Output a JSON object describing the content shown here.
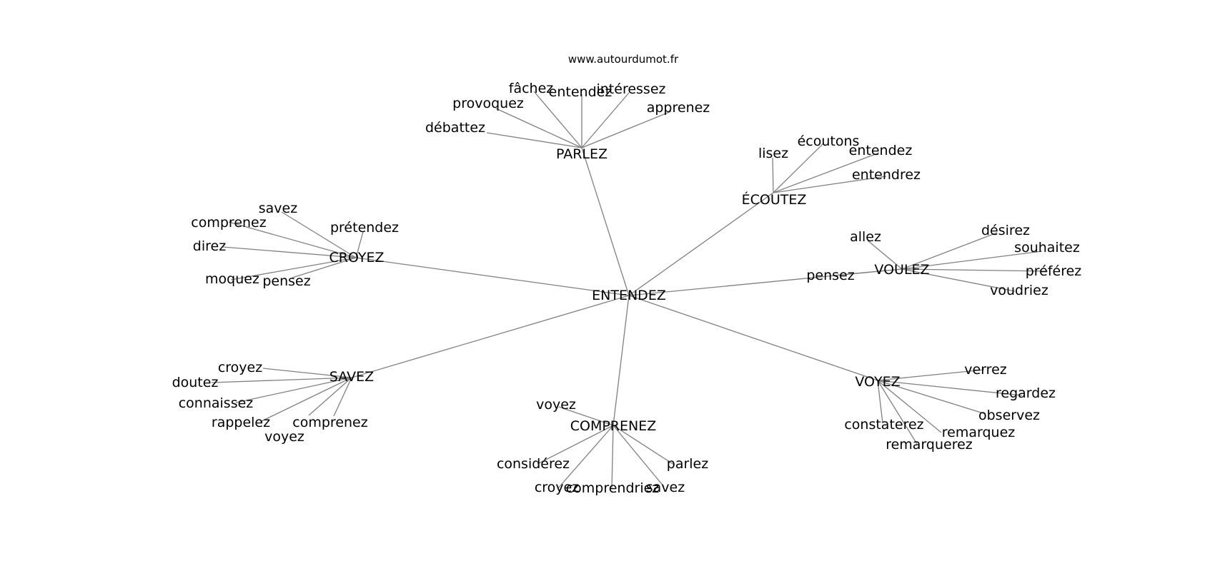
{
  "site": "www.autourdumot.fr",
  "colors": {
    "edge": "#808080",
    "text": "#000000",
    "background": "#ffffff"
  },
  "graph": {
    "center": "ENTENDEZ",
    "hubs": [
      {
        "id": "parlez",
        "label": "PARLEZ",
        "words": [
          "débattez",
          "provoquez",
          "fâchez",
          "entendez",
          "intéressez",
          "apprenez"
        ]
      },
      {
        "id": "ecoutez",
        "label": "ÉCOUTEZ",
        "words": [
          "lisez",
          "écoutons",
          "entendez",
          "entendrez"
        ]
      },
      {
        "id": "croyez",
        "label": "CROYEZ",
        "words": [
          "savez",
          "comprenez",
          "prétendez",
          "direz",
          "moquez",
          "pensez"
        ]
      },
      {
        "id": "voulez",
        "label": "VOULEZ",
        "words": [
          "allez",
          "désirez",
          "souhaitez",
          "préférez",
          "voudriez",
          "pensez"
        ]
      },
      {
        "id": "savez",
        "label": "SAVEZ",
        "words": [
          "croyez",
          "doutez",
          "connaissez",
          "rappelez",
          "voyez",
          "comprenez"
        ]
      },
      {
        "id": "comprenez",
        "label": "COMPRENEZ",
        "words": [
          "voyez",
          "considérez",
          "croyez",
          "comprendriez",
          "savez",
          "parlez"
        ]
      },
      {
        "id": "voyez",
        "label": "VOYEZ",
        "words": [
          "verrez",
          "regardez",
          "observez",
          "remarquez",
          "remarquerez",
          "constaterez"
        ]
      }
    ]
  }
}
